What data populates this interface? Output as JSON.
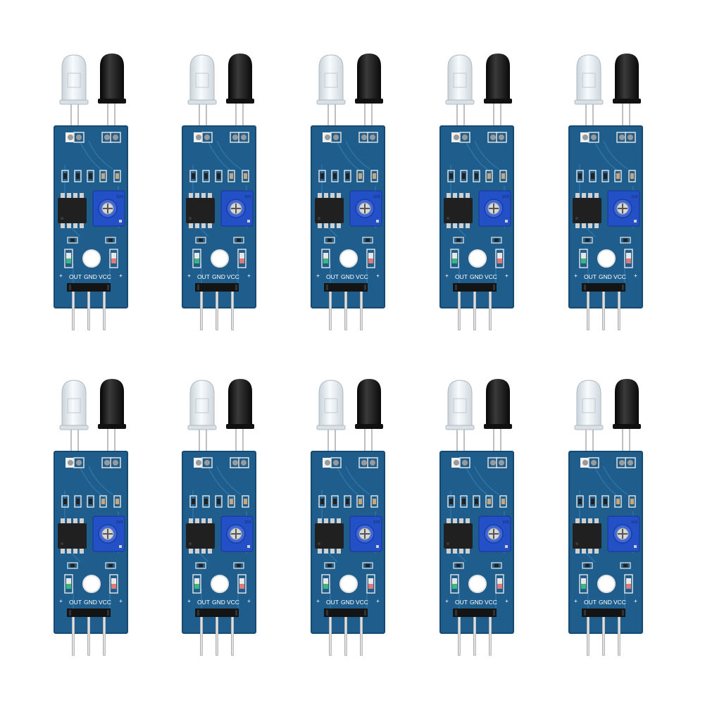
{
  "product": {
    "module_count": 10,
    "rows": 2,
    "columns": 5
  },
  "board": {
    "pin_labels": [
      "OUT",
      "GND",
      "VCC"
    ],
    "plus_marks": [
      "+",
      "+"
    ],
    "pot_marking": "103"
  },
  "colors": {
    "background": "#ffffff",
    "pcb": "#1f5e8c",
    "pcb_edge": "#174a70",
    "trace": "#2c74a8",
    "potentiometer": "#2450c7",
    "ic": "#202020",
    "pins": "#d8d8d8",
    "ir_emitter_led": "#e9eef2",
    "ir_receiver_led": "#151515",
    "indicator_led": "#3fb67a"
  },
  "icons": {
    "module": "ir-obstacle-sensor-module-icon",
    "emitter": "ir-emitter-led-icon",
    "receiver": "ir-receiver-led-icon",
    "potentiometer": "potentiometer-icon",
    "ic": "comparator-chip-icon"
  }
}
